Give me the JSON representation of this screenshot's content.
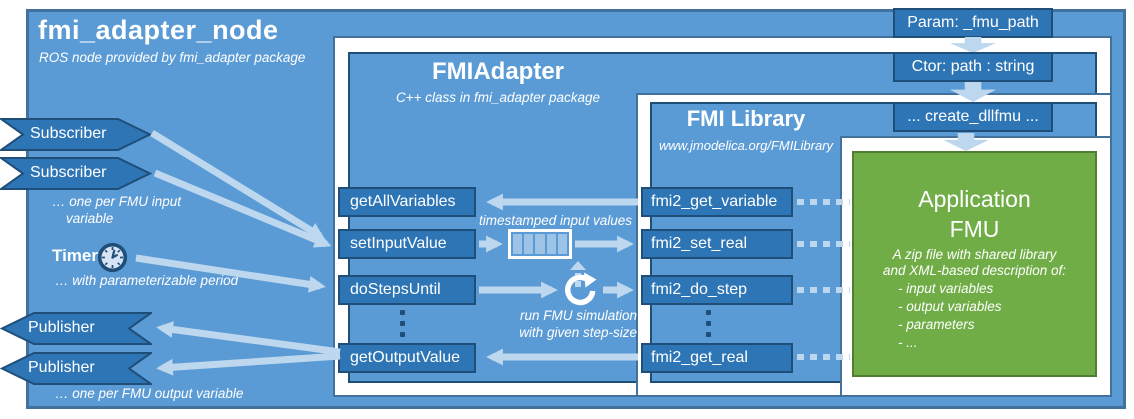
{
  "colors": {
    "node_fill": "#5B9BD5",
    "node_border": "#41719C",
    "dark_box_fill": "#2E75B6",
    "dark_box_border": "#1F4E79",
    "arrow_light_blue": "#BDD7EE",
    "queue_cell": "#9DC3E6",
    "fmu_green": "#70AD47",
    "fmu_green_border": "#507E32",
    "frame_white": "#FFFFFF"
  },
  "icons": {
    "clock": "clock-icon",
    "refresh": "circular-arrow-icon",
    "vertical_ellipsis": "vertical-ellipsis-dots"
  },
  "outer": {
    "title": "fmi_adapter_node",
    "subtitle": "ROS node provided by fmi_adapter package"
  },
  "param_flow": {
    "param": "Param: _fmu_path",
    "ctor": "Ctor: path : string",
    "create": "... create_dllfmu ..."
  },
  "adapter": {
    "title": "FMIAdapter",
    "subtitle": "C++ class in fmi_adapter package",
    "methods": [
      "getAllVariables",
      "setInputValue",
      "doStepsUntil",
      "getOutputValue"
    ]
  },
  "library": {
    "title": "FMI Library",
    "subtitle": "www.jmodelica.org/FMILibrary",
    "functions": [
      "fmi2_get_variable",
      "fmi2_set_real",
      "fmi2_do_step",
      "fmi2_get_real"
    ]
  },
  "fmu": {
    "title_line1": "Application",
    "title_line2": "FMU",
    "desc_line1": "A zip file with shared library",
    "desc_line2": "and XML-based description of:",
    "items": [
      "- input variables",
      "- output variables",
      "- parameters",
      "- ..."
    ]
  },
  "left": {
    "subscriber1": "Subscriber",
    "subscriber2": "Subscriber",
    "sub_caption_line1": "… one per FMU input",
    "sub_caption_line2": "variable",
    "timer_label": "Timer",
    "timer_caption": "… with parameterizable period",
    "publisher1": "Publisher",
    "publisher2": "Publisher",
    "pub_caption": "… one per FMU output variable"
  },
  "annotations": {
    "queue_label": "timestamped input values",
    "sim_label_line1": "run FMU simulation",
    "sim_label_line2": "with given step-size"
  }
}
